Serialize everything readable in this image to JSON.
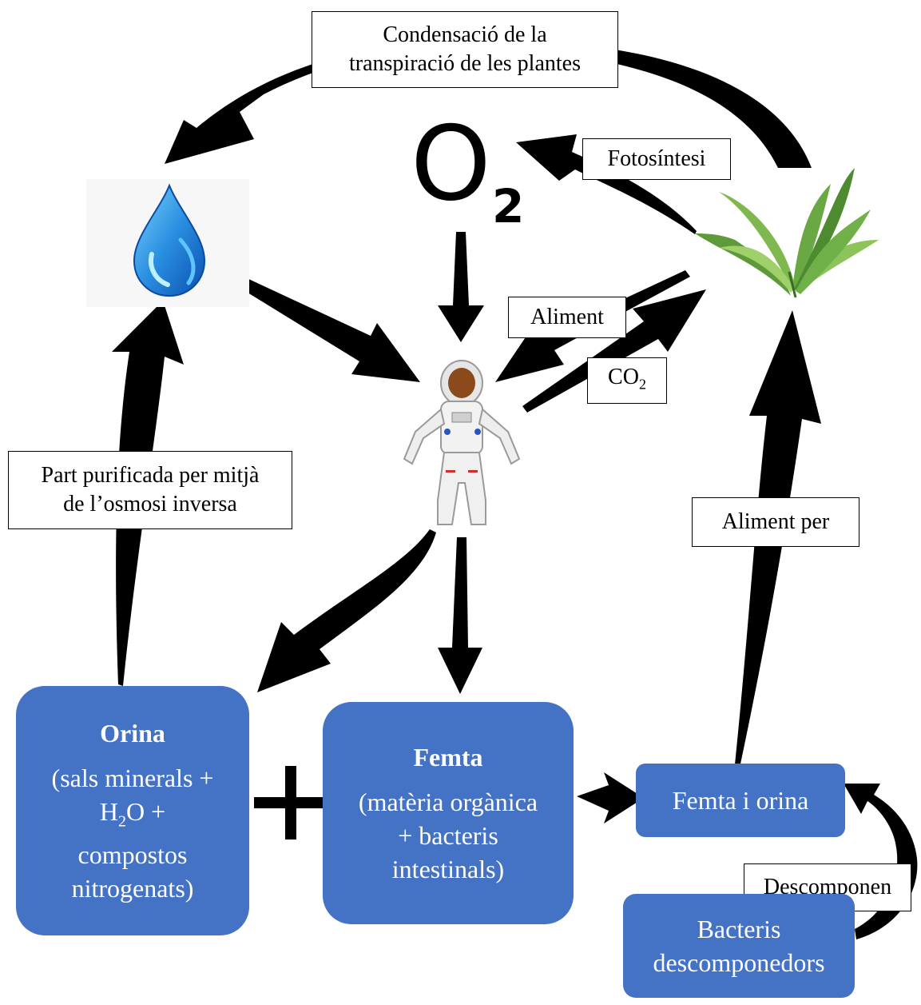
{
  "colors": {
    "box_fill": "#4472c4",
    "arrow": "#000000",
    "label_border": "#000000"
  },
  "icons": {
    "water": "water-drop-icon",
    "plant": "plant-icon",
    "astronaut": "astronaut-icon",
    "oxygen": "oxygen-symbol"
  },
  "oxygen": {
    "base": "O",
    "sub": "2"
  },
  "labels": {
    "condensation_line1": "Condensació de la",
    "condensation_line2": "transpiració de les plantes",
    "photosynthesis": "Fotosíntesi",
    "food": "Aliment",
    "co2_base": "CO",
    "co2_sub": "2",
    "purified_line1": "Part purificada per mitjà",
    "purified_line2": "de l’osmosi inversa",
    "food_for": "Aliment per",
    "decompose": "Descomponen"
  },
  "boxes": {
    "urine": {
      "title": "Orina",
      "line1": "(sals minerals +",
      "h2o_pre": "H",
      "h2o_sub": "2",
      "h2o_post": "O +",
      "line3": "compostos",
      "line4": "nitrogenats)"
    },
    "feces": {
      "title": "Femta",
      "line1": "(matèria orgànica",
      "line2": "+ bacteris",
      "line3": "intestinals)"
    },
    "mixed": {
      "text": "Femta i orina"
    },
    "bacteria": {
      "line1": "Bacteris",
      "line2": "descomponedors"
    }
  },
  "plus_sign": "+"
}
